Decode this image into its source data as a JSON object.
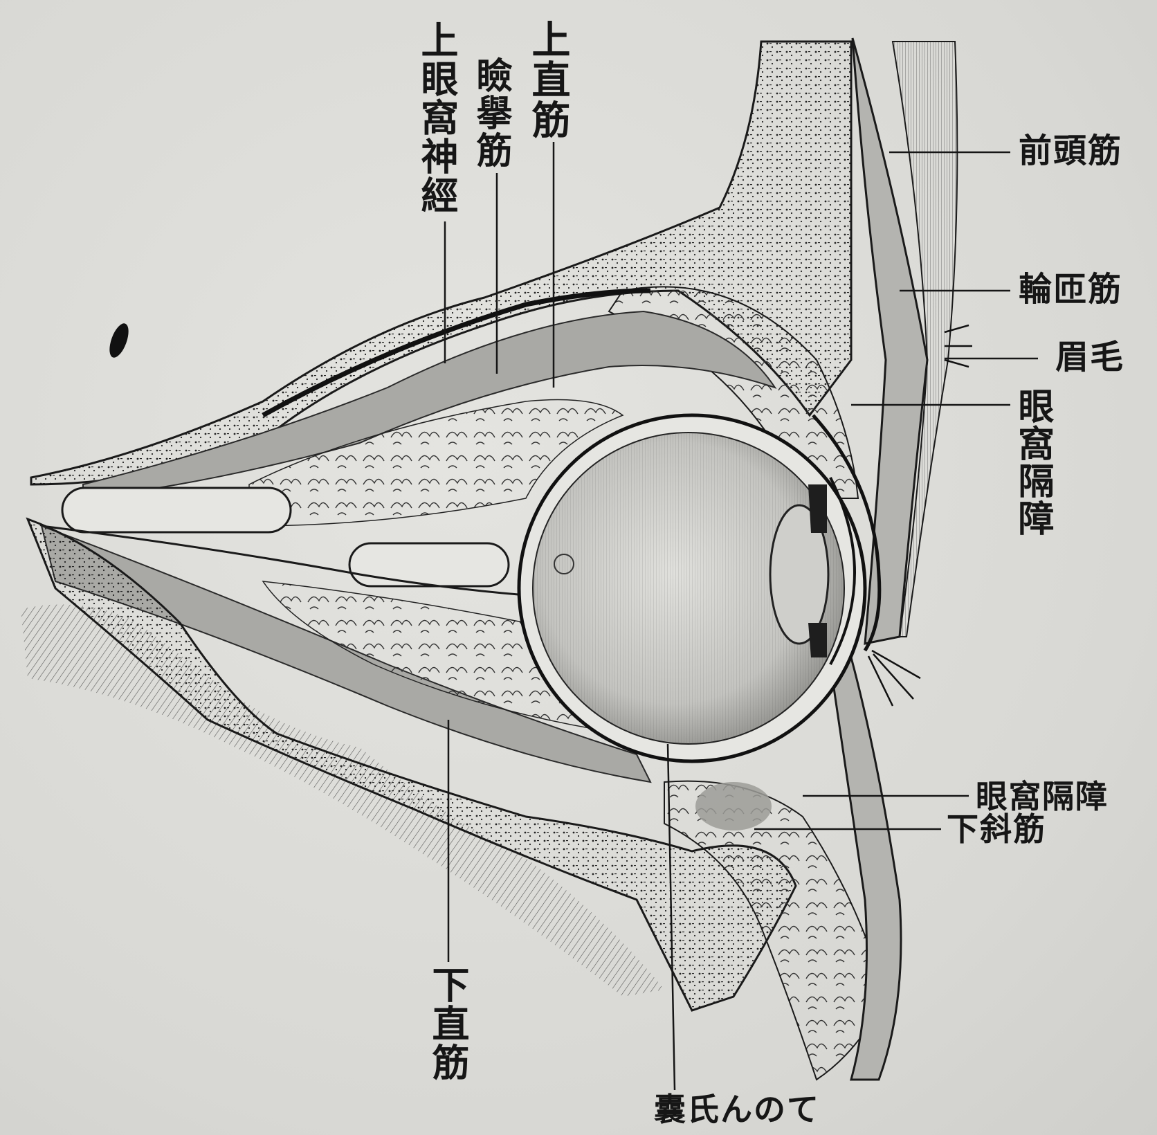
{
  "labels": {
    "supraorbital_nerve": "上眼窩神經",
    "levator_muscle": "瞼擧筋",
    "superior_rectus": "上直筋",
    "frontalis": "前頭筋",
    "orbicularis": "輪匝筋",
    "eyebrow": "眉毛",
    "orbital_septum_upper": "眼窩隔障",
    "orbital_septum_lower": "眼窩隔障",
    "inferior_oblique": "下斜筋",
    "inferior_rectus": "下直筋",
    "tenon_capsule": "囊氏んのて"
  },
  "colors": {
    "background": "#dcdcd8",
    "ink": "#161616",
    "muscle": "#a9a9a5",
    "tissue": "#eaeae6"
  }
}
